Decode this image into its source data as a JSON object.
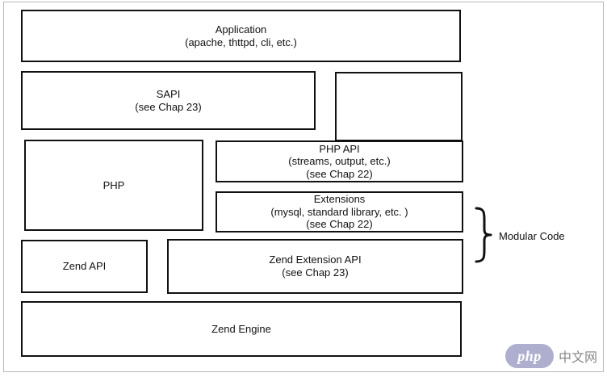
{
  "diagram": {
    "boxes": {
      "application": [
        "Application",
        "(apache, thttpd, cli, etc.)"
      ],
      "sapi": [
        "SAPI",
        "(see Chap 23)"
      ],
      "php": [
        "PHP"
      ],
      "php_api": [
        "PHP API",
        "(streams, output, etc.)",
        "(see Chap 22)"
      ],
      "extensions": [
        "Extensions",
        "(mysql, standard library, etc. )",
        "(see Chap 22)"
      ],
      "zend_api": [
        "Zend API"
      ],
      "zend_extension_api": [
        "Zend Extension API",
        "(see Chap 23)"
      ],
      "zend_engine": [
        "Zend Engine"
      ]
    },
    "brace_label": "Modular Code"
  },
  "watermark": {
    "logo_text": "php",
    "site_text": "中文网"
  },
  "colors": {
    "box_border": "#111111",
    "frame_border": "#b9b9b9",
    "watermark_logo_bg": "#8d8dbb"
  }
}
